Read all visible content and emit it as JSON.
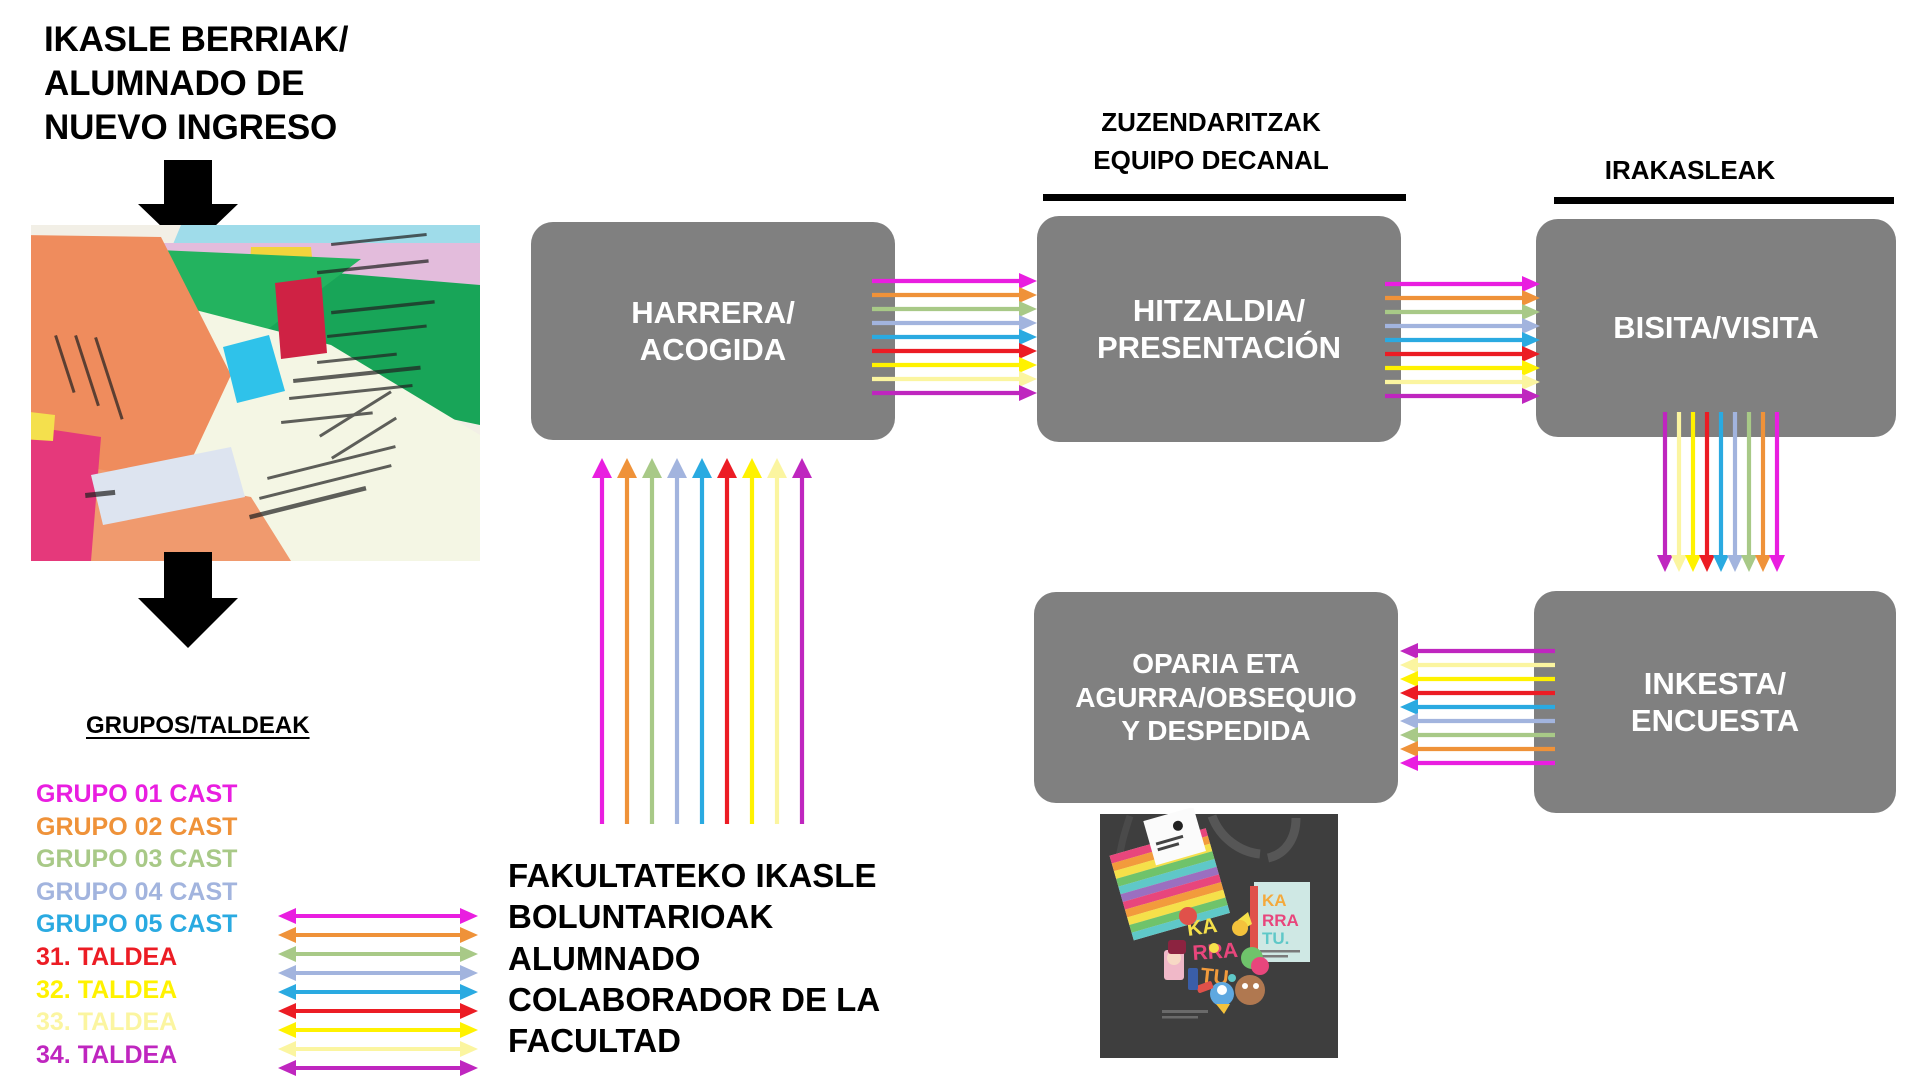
{
  "title": "IKASLE BERRIAK/\nALUMNADO DE\nNUEVO INGRESO",
  "title_lines": [
    "IKASLE BERRIAK/",
    "ALUMNADO DE",
    "NUEVO INGRESO"
  ],
  "legend": {
    "heading": "GRUPOS/TALDEAK",
    "items": [
      {
        "label": "GRUPO 01 CAST",
        "color": "#e91ee0"
      },
      {
        "label": "GRUPO 02 CAST",
        "color": "#ef9239"
      },
      {
        "label": "GRUPO 03 CAST",
        "color": "#a8c987"
      },
      {
        "label": "GRUPO 04 CAST",
        "color": "#a2b4de"
      },
      {
        "label": "GRUPO 05 CAST",
        "color": "#2aaae1"
      },
      {
        "label": "31. TALDEA",
        "color": "#ec1c24"
      },
      {
        "label": "32. TALDEA",
        "color": "#fff200"
      },
      {
        "label": "33. TALDEA",
        "color": "#fbf5a0"
      },
      {
        "label": "34. TALDEA",
        "color": "#bf26bf"
      }
    ]
  },
  "headers": [
    {
      "id": "zuzendaritzak",
      "lines": [
        "ZUZENDARITZAK",
        "EQUIPO DECANAL"
      ]
    },
    {
      "id": "irakasleak",
      "lines": [
        "IRAKASLEAK"
      ]
    }
  ],
  "boxes": [
    {
      "id": "harrera",
      "lines": [
        "HARRERA/",
        "ACOGIDA"
      ]
    },
    {
      "id": "hitzaldia",
      "lines": [
        "HITZALDIA/",
        "PRESENTACIÓN"
      ]
    },
    {
      "id": "bisita",
      "lines": [
        "BISITA/VISITA"
      ]
    },
    {
      "id": "oparia",
      "lines": [
        "OPARIA ETA",
        "AGURRA/OBSEQUIO",
        "Y DESPEDIDA"
      ]
    },
    {
      "id": "inkesta",
      "lines": [
        "INKESTA/",
        "ENCUESTA"
      ]
    }
  ],
  "volunteer_caption": {
    "lines": [
      "FAKULTATEKO IKASLE",
      "BOLUNTARIOAK",
      "ALUMNADO",
      "COLABORADOR DE LA",
      "FACULTAD"
    ]
  },
  "colors": {
    "box_fill": "#808080",
    "box_text": "#ffffff",
    "rule": "#000000",
    "background": "#ffffff",
    "arrow_palette": [
      "#e91ee0",
      "#ef9239",
      "#a8c987",
      "#a2b4de",
      "#2aaae1",
      "#ec1c24",
      "#fff200",
      "#fbf5a0",
      "#bf26bf"
    ]
  },
  "flows": [
    {
      "id": "harrera-to-hitzaldia",
      "direction": "right",
      "count": 9
    },
    {
      "id": "hitzaldia-to-bisita",
      "direction": "right",
      "count": 9
    },
    {
      "id": "bisita-to-inkesta",
      "direction": "down",
      "count": 9
    },
    {
      "id": "inkesta-to-oparia",
      "direction": "left",
      "count": 9
    },
    {
      "id": "volunteers-up",
      "direction": "up",
      "count": 9
    },
    {
      "id": "legend-swatches",
      "direction": "both",
      "count": 9
    }
  ],
  "photos": [
    {
      "id": "wristbands-photo",
      "alt": "colorful paper wristbands and notices"
    },
    {
      "id": "gift-bag-photo",
      "alt": "dark tote bag with colorful KARRATU stickers and striped notebook"
    }
  ],
  "black_arrows": [
    {
      "id": "title-to-photo-arrow"
    },
    {
      "id": "photo-to-legend-arrow"
    }
  ]
}
